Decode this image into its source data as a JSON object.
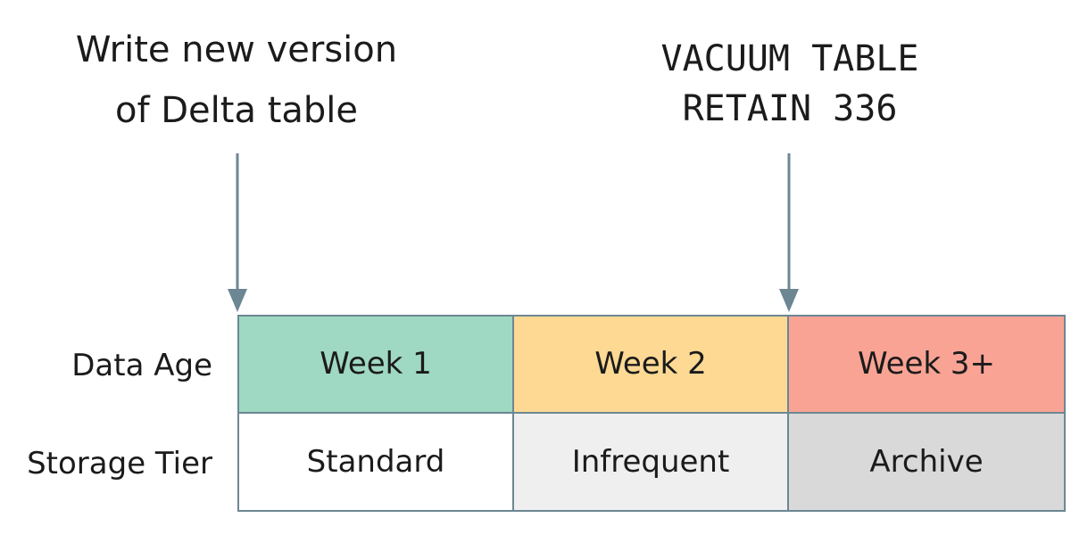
{
  "annotations": {
    "write": [
      "Write new version",
      "of Delta table"
    ],
    "vacuum": [
      "VACUUM TABLE",
      "RETAIN 336"
    ]
  },
  "rows": {
    "data_age": {
      "label": "Data Age",
      "cells": [
        "Week 1",
        "Week 2",
        "Week 3+"
      ],
      "colors": [
        "#9fd8c3",
        "#fdd994",
        "#f9a395"
      ]
    },
    "storage_tier": {
      "label": "Storage Tier",
      "cells": [
        "Standard",
        "Infrequent",
        "Archive"
      ],
      "colors": [
        "#ffffff",
        "#efefef",
        "#d9d9d9"
      ]
    }
  },
  "colors": {
    "arrow": "#6c8793",
    "border": "#6c8793"
  }
}
